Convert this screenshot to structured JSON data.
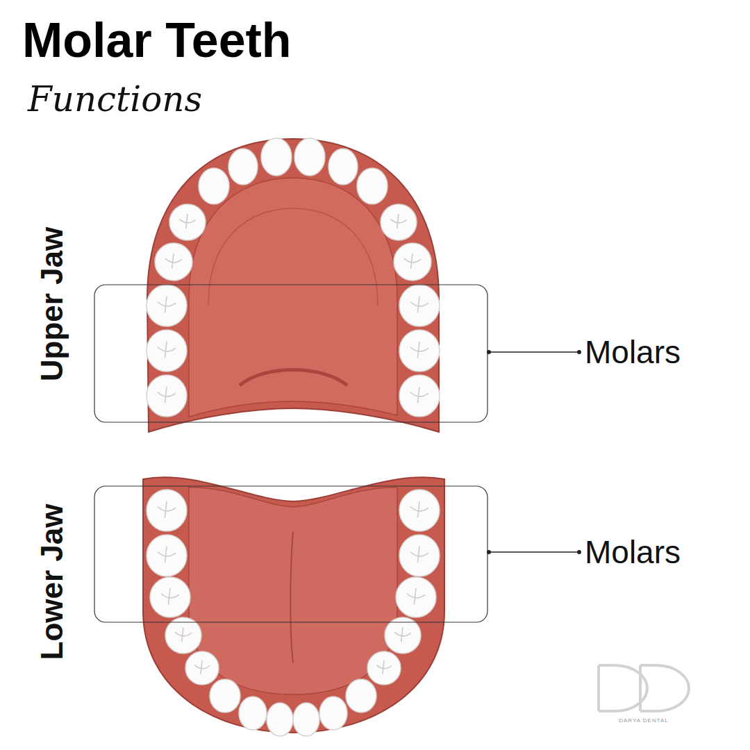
{
  "diagram": {
    "title": "Molar Teeth",
    "labels": [
      "Functions",
      "Upper Jaw",
      "Molars",
      "Lower Jaw",
      "Molars",
      "DARYA DENTAL"
    ]
  }
}
